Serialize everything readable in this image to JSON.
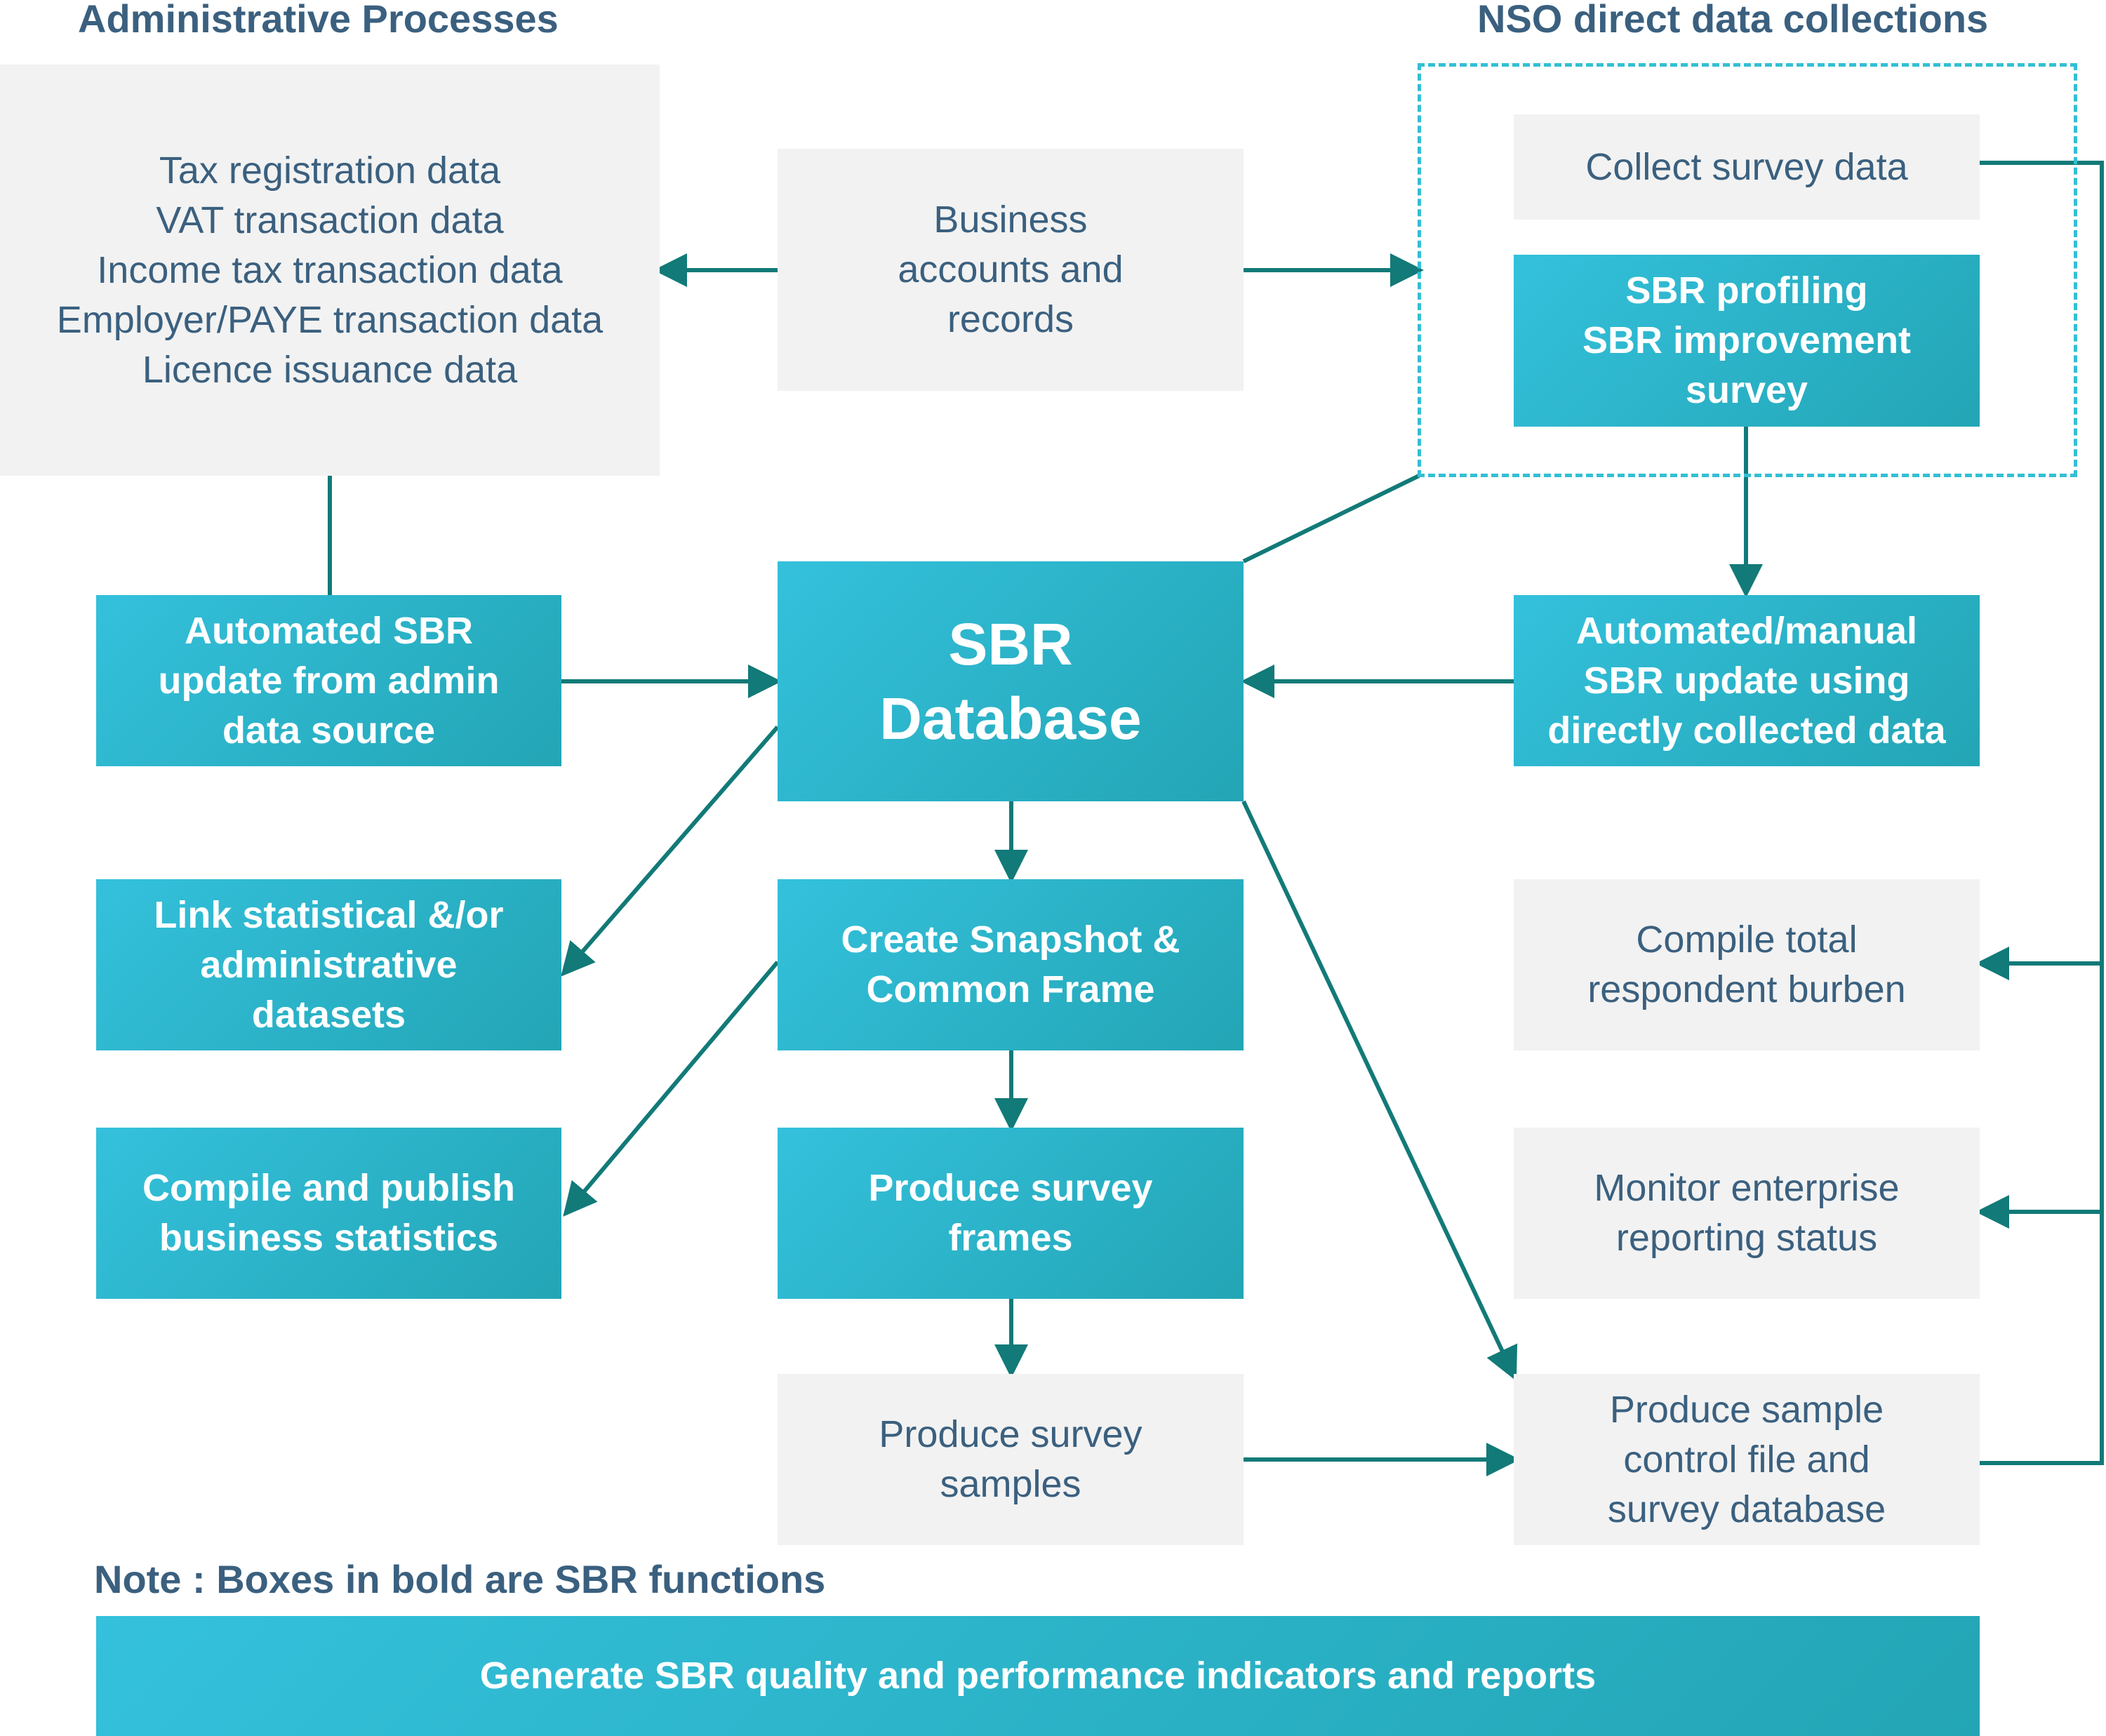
{
  "headings": {
    "admin": "Administrative Processes",
    "nso": "NSO direct data collections",
    "note": "Note : Boxes in bold are SBR functions"
  },
  "boxes": {
    "admin_data": "Tax registration data\nVAT transaction data\nIncome tax transaction data\nEmployer/PAYE transaction data\nLicence issuance data",
    "business_accounts": "Business\naccounts and\nrecords",
    "collect_survey": "Collect survey data",
    "sbr_profiling": "SBR profiling\nSBR improvement\nsurvey",
    "auto_admin_update": "Automated SBR\nupdate from admin\ndata source",
    "sbr_database": "SBR\nDatabase",
    "auto_manual_update": "Automated/manual\nSBR update using\ndirectly collected data",
    "link_datasets": "Link statistical &/or\nadministrative\ndatasets",
    "snapshot": "Create Snapshot &\nCommon Frame",
    "respondent_burden": "Compile total\nrespondent burben",
    "publish_stats": "Compile and publish\nbusiness statistics",
    "survey_frames": "Produce survey\nframes",
    "monitor_status": "Monitor enterprise\nreporting status",
    "survey_samples": "Produce survey\nsamples",
    "sample_control": "Produce sample\ncontrol file and\nsurvey database",
    "quality_reports": "Generate SBR quality and performance indicators and reports"
  },
  "colors": {
    "teal_light": "#34c1dc",
    "teal_dark": "#23a5b5",
    "grey_box": "#f2f2f2",
    "text_blue": "#3b607f",
    "arrow": "#127a78",
    "dashed_border": "#33bfd5"
  }
}
